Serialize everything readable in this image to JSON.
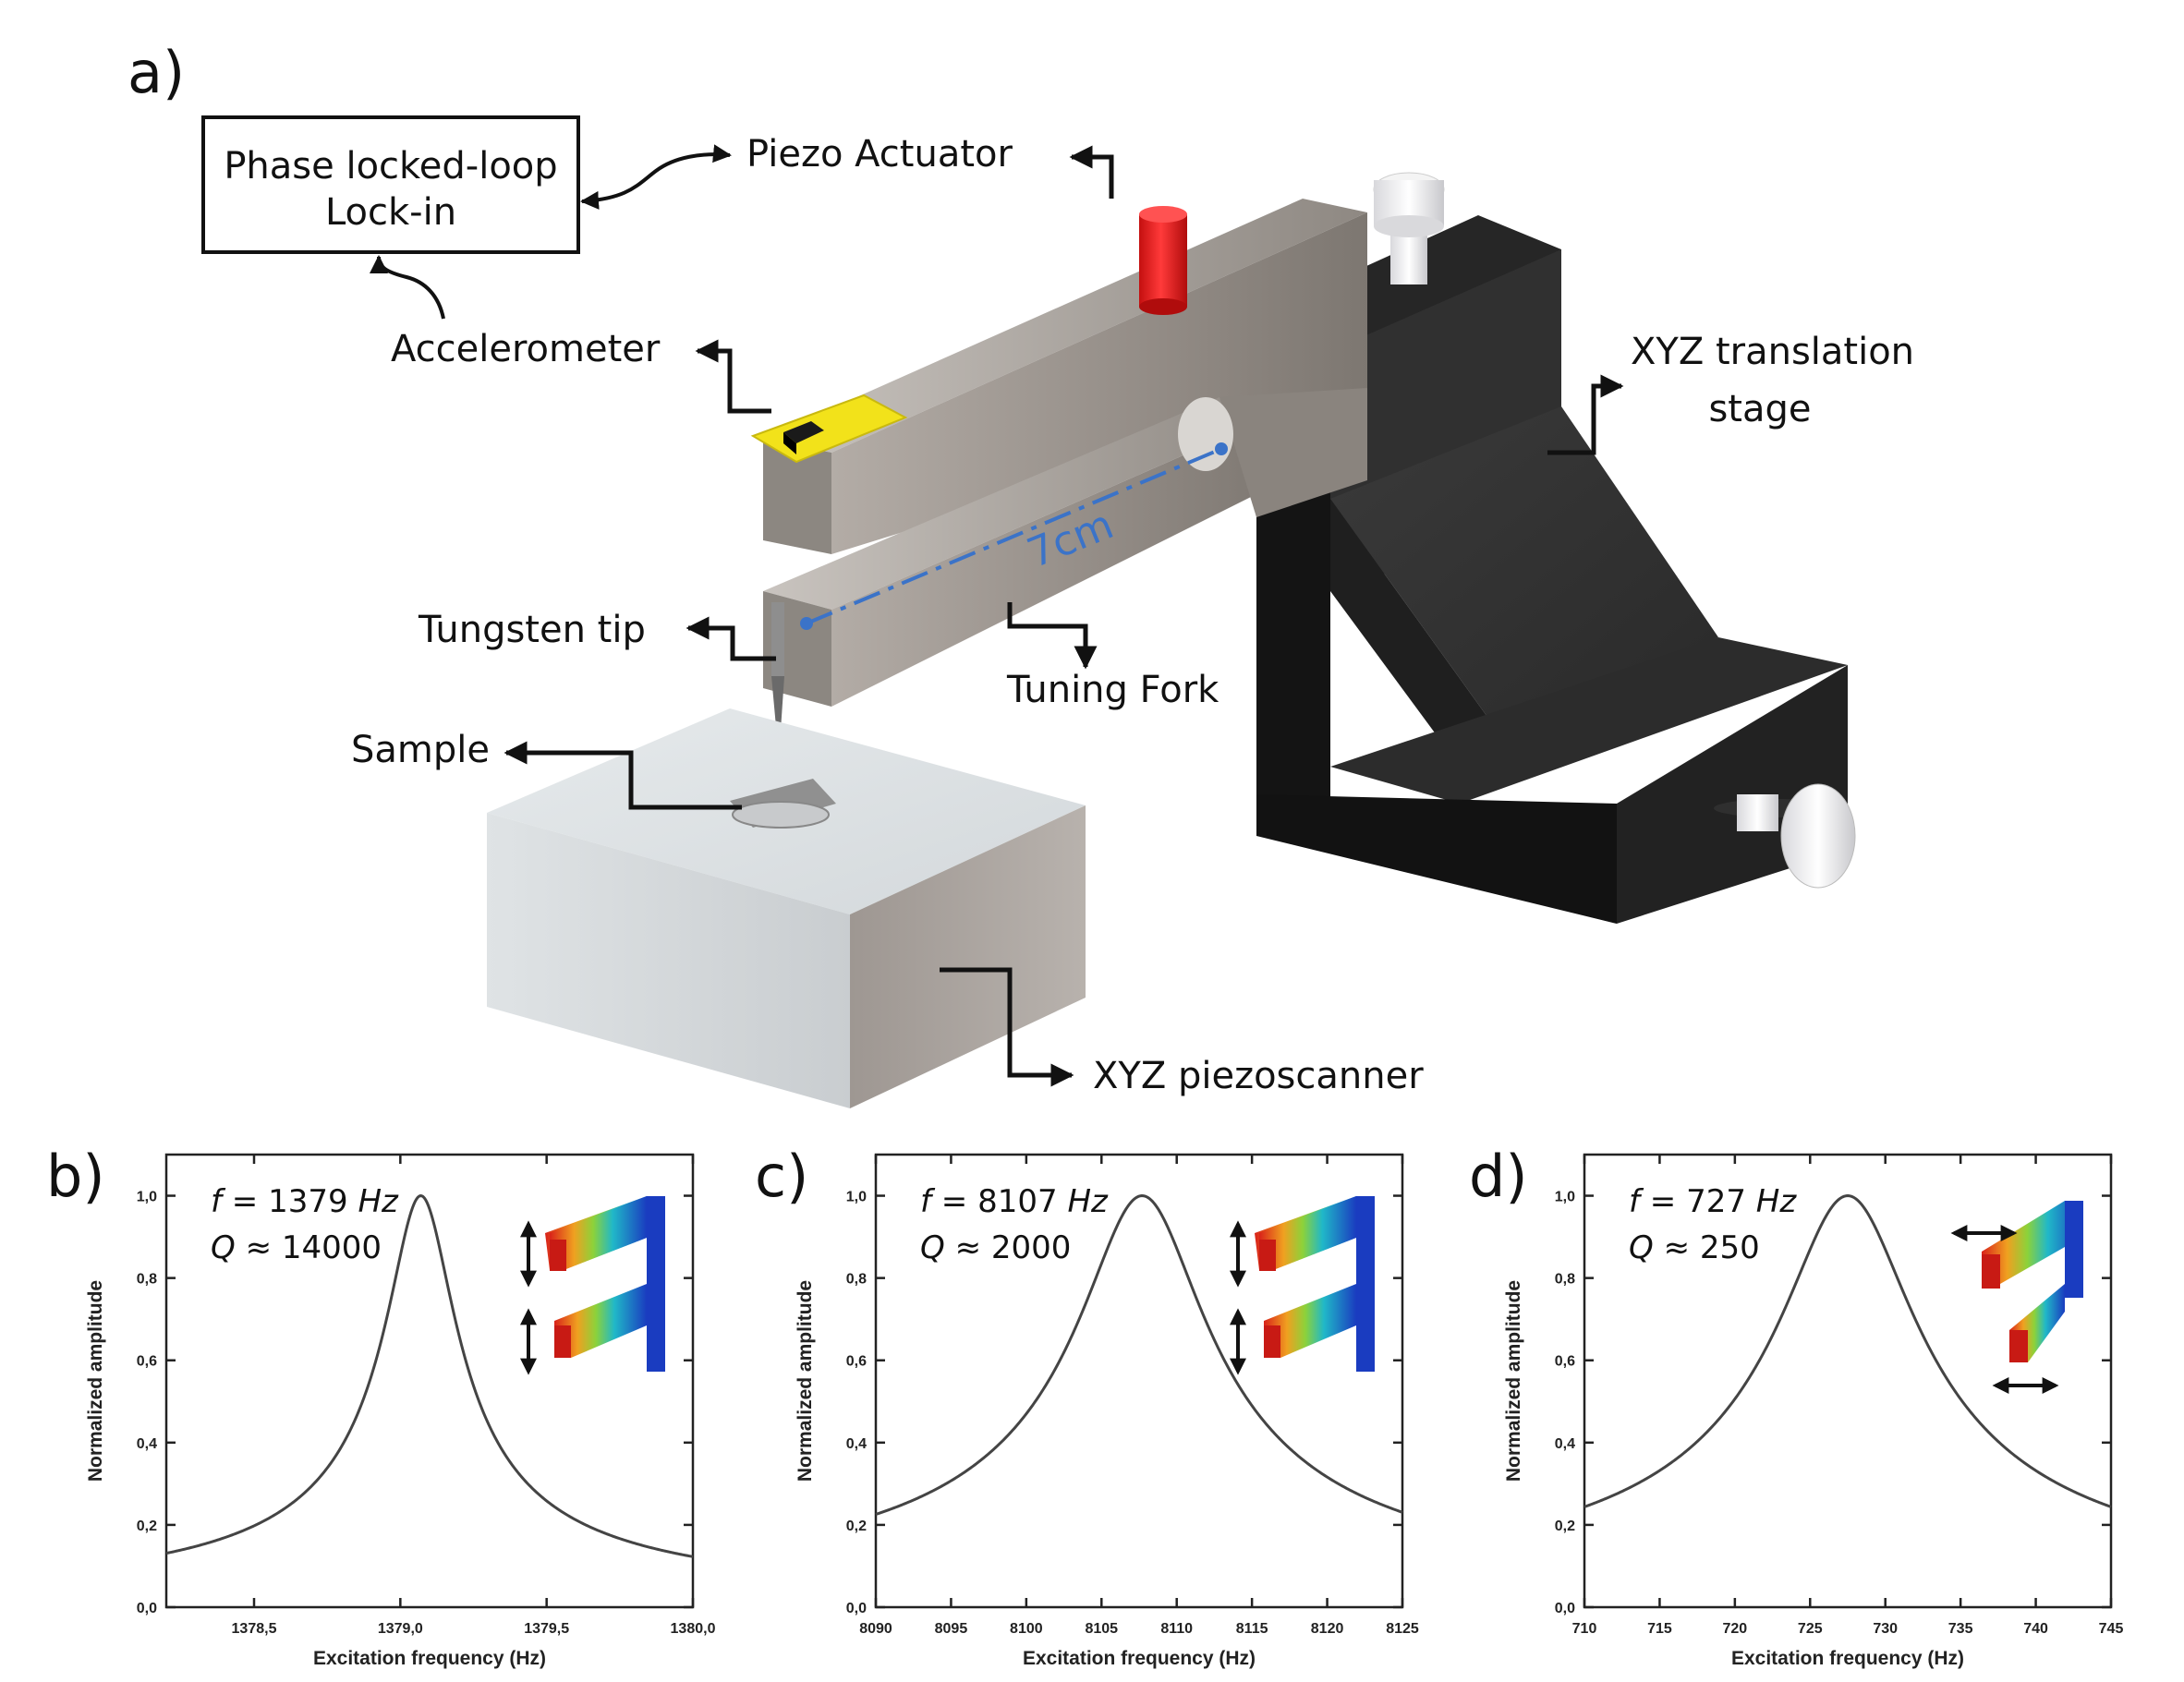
{
  "diagram": {
    "panel_a": "a)",
    "box_line1": "Phase locked-loop",
    "box_line2": "Lock-in",
    "labels": {
      "piezo_actuator": "Piezo Actuator",
      "accelerometer": "Accelerometer",
      "xyz_stage_line1": "XYZ translation",
      "xyz_stage_line2": "stage",
      "tungsten_tip": "Tungsten tip",
      "tuning_fork": "Tuning Fork",
      "sample": "Sample",
      "xyz_piezoscanner": "XYZ piezoscanner",
      "length": "7cm"
    }
  },
  "chart_data": [
    {
      "type": "line",
      "panel": "b)",
      "xlabel": "Excitation frequency (Hz)",
      "ylabel": "Normalized amplitude",
      "xlim": [
        1378.2,
        1380.0
      ],
      "ylim": [
        0,
        1.1
      ],
      "xticks": [
        "1378,5",
        "1379,0",
        "1379,5",
        "1380,0"
      ],
      "xtick_values": [
        1378.5,
        1379.0,
        1379.5,
        1380.0
      ],
      "yticks": [
        "0,0",
        "0,2",
        "0,4",
        "0,6",
        "0,8",
        "1,0"
      ],
      "ytick_values": [
        0,
        0.2,
        0.4,
        0.6,
        0.8,
        1.0
      ],
      "peak": 1379.07,
      "width": 0.115,
      "annot_f_sym": "f",
      "annot_f_val": " = 1379 ",
      "annot_f_unit": "Hz",
      "annot_q_sym": "Q",
      "annot_q_val": " ≈ 14000",
      "mode": "vertical",
      "grid": false
    },
    {
      "type": "line",
      "panel": "c)",
      "xlabel": "Excitation frequency (Hz)",
      "ylabel": "Normalized amplitude",
      "xlim": [
        8090,
        8125
      ],
      "ylim": [
        0,
        1.1
      ],
      "xticks": [
        "8090",
        "8095",
        "8100",
        "8105",
        "8110",
        "8115",
        "8120",
        "8125"
      ],
      "xtick_values": [
        8090,
        8095,
        8100,
        8105,
        8110,
        8115,
        8120,
        8125
      ],
      "yticks": [
        "0,0",
        "0,2",
        "0,4",
        "0,6",
        "0,8",
        "1,0"
      ],
      "ytick_values": [
        0,
        0.2,
        0.4,
        0.6,
        0.8,
        1.0
      ],
      "peak": 8107.7,
      "width": 4.1,
      "annot_f_sym": "f",
      "annot_f_val": " = 8107 ",
      "annot_f_unit": "Hz",
      "annot_q_sym": "Q",
      "annot_q_val": " ≈ 2000",
      "mode": "vertical-sym",
      "grid": false
    },
    {
      "type": "line",
      "panel": "d)",
      "xlabel": "Excitation frequency (Hz)",
      "ylabel": "Normalized amplitude",
      "xlim": [
        710,
        745
      ],
      "ylim": [
        0,
        1.1
      ],
      "xticks": [
        "710",
        "715",
        "720",
        "725",
        "730",
        "735",
        "740",
        "745"
      ],
      "xtick_values": [
        710,
        715,
        720,
        725,
        730,
        735,
        740,
        745
      ],
      "yticks": [
        "0,0",
        "0,2",
        "0,4",
        "0,6",
        "0,8",
        "1,0"
      ],
      "ytick_values": [
        0,
        0.2,
        0.4,
        0.6,
        0.8,
        1.0
      ],
      "peak": 727.5,
      "width": 4.4,
      "annot_f_sym": "f",
      "annot_f_val": " = 727 ",
      "annot_f_unit": "Hz",
      "annot_q_sym": "Q",
      "annot_q_val": " ≈ 250",
      "mode": "horizontal",
      "grid": false
    }
  ],
  "colors": {
    "line": "#444444",
    "axis": "#222222",
    "accent_blue": "#3b73c8",
    "piezo_red": "#e11a1a",
    "accel_yellow": "#f2e21a",
    "stage_black": "#1c1c1c",
    "fork_grey": "#9a9590"
  }
}
